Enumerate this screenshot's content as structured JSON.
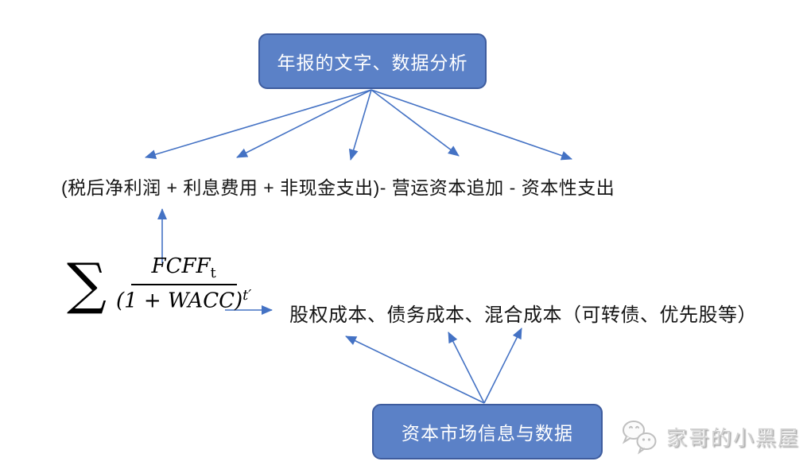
{
  "diagram": {
    "top_node": {
      "label": "年报的文字、数据分析"
    },
    "bottom_node": {
      "label": "资本市场信息与数据"
    },
    "fcff_components_line": "(税后净利润 + 利息费用 + 非现金支出)- 营运资本追加 - 资本性支出",
    "cost_line": "股权成本、债务成本、混合成本（可转债、优先股等）",
    "formula": {
      "sigma": "∑",
      "numerator_base": "FCFF",
      "numerator_subscript": "t",
      "denominator_base": "(1 + WACC)",
      "denominator_superscript": "t′"
    },
    "edges": [
      {
        "from": "top_node",
        "to": "fcff_components_line",
        "arrows": 5,
        "direction": "down-fan"
      },
      {
        "from": "formula",
        "to": "fcff_components_line",
        "arrows": 1,
        "direction": "up"
      },
      {
        "from": "formula",
        "to": "cost_line",
        "arrows": 1,
        "direction": "right"
      },
      {
        "from": "bottom_node",
        "to": "cost_line",
        "arrows": 3,
        "direction": "up-fan"
      }
    ]
  },
  "watermark": {
    "text": "家哥的小黑屋",
    "icon": "wechat-icon"
  },
  "colors": {
    "node_fill": "#5B81C7",
    "node_border": "#3E5C9E",
    "arrow": "#4472C4",
    "text": "#151515",
    "watermark": "#d2d2d2"
  }
}
